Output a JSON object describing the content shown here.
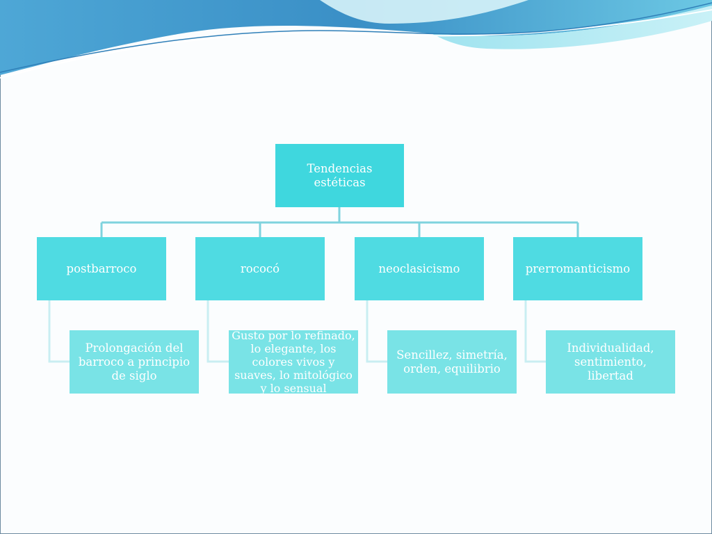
{
  "diagram": {
    "root": {
      "label": "Tendencias estéticas"
    },
    "branches": [
      {
        "label": "postbarroco",
        "detail": "Prolongación del barroco a principio de siglo"
      },
      {
        "label": "rococó",
        "detail": "Gusto por lo refinado, lo elegante, los colores vivos y suaves, lo mitológico y lo sensual"
      },
      {
        "label": "neoclasicismo",
        "detail": "Sencillez, simetría, orden, equilibrio"
      },
      {
        "label": "prerromanticismo",
        "detail": "Individualidad, sentimiento, libertad"
      }
    ]
  },
  "colors": {
    "root_fill": "#3fd7de",
    "branch_fill": "#4fdbe2",
    "detail_fill": "#79e3e6",
    "connector": "#7fd3de",
    "wave_dark": "#3b8fc7",
    "wave_light": "#8fd8ea"
  }
}
